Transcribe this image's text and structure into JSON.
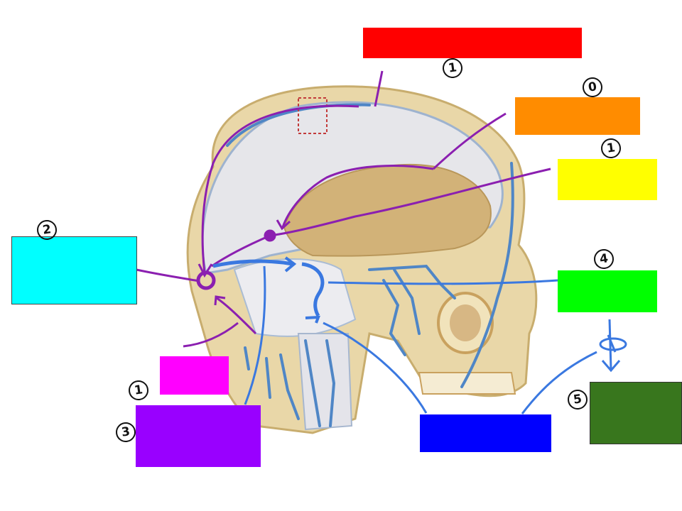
{
  "diagram": {
    "labels": [
      {
        "id": "red",
        "color": "#ff0000",
        "text": ""
      },
      {
        "id": "orange",
        "color": "#ff8c00",
        "text": ""
      },
      {
        "id": "yellow",
        "color": "#ffff00",
        "text": ""
      },
      {
        "id": "cyan",
        "color": "#00ffff",
        "text": ""
      },
      {
        "id": "green",
        "color": "#00ff00",
        "text": ""
      },
      {
        "id": "dark-green",
        "color": "#38761d",
        "text": ""
      },
      {
        "id": "magenta",
        "color": "#ff00ff",
        "text": ""
      },
      {
        "id": "purple",
        "color": "#9900ff",
        "text": ""
      },
      {
        "id": "blue",
        "color": "#0000ff",
        "text": ""
      }
    ],
    "step_numbers": {
      "top": "1",
      "orange": "0",
      "yellow": "1",
      "cyan": "2",
      "green": "4",
      "dark_green": "5",
      "magenta": "1",
      "purple": "3"
    },
    "colors": {
      "bone": "#e9d7a8",
      "brain_space": "#e6e6ea",
      "vein": "#4f86c6",
      "purple_arrow": "#8b1fb0",
      "blue_arrow": "#3a78e0",
      "cavity": "#c9a15e"
    }
  }
}
